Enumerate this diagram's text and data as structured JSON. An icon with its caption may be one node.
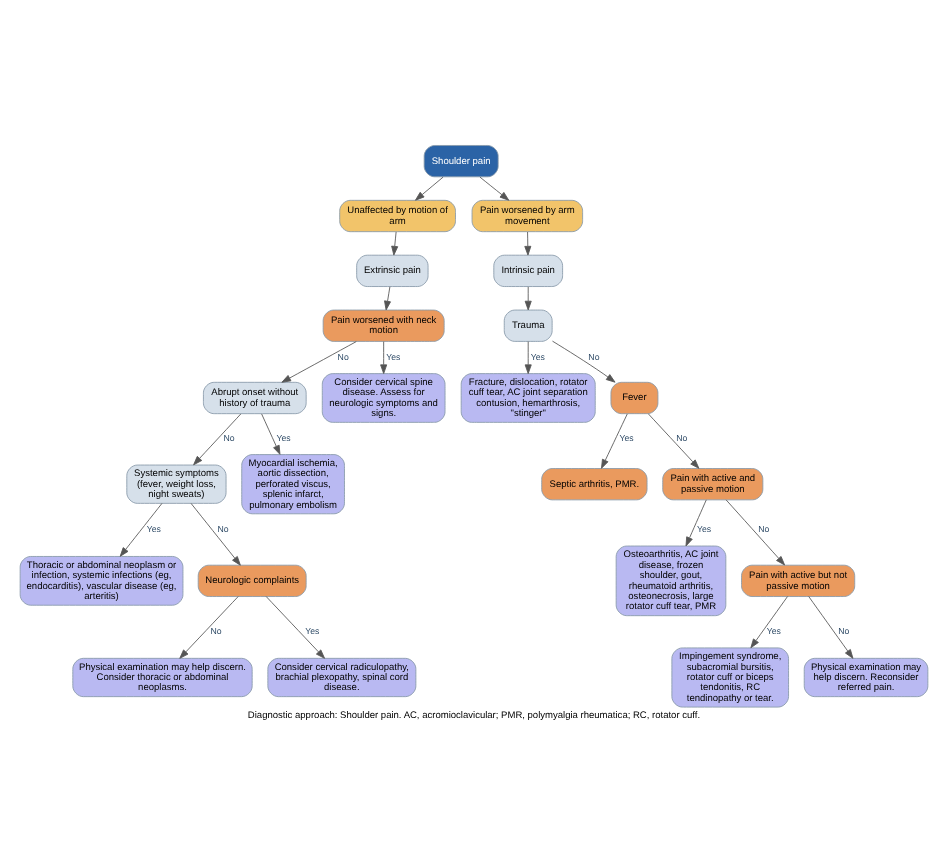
{
  "diagram": {
    "caption": "Diagnostic approach: Shoulder pain. AC, acromioclavicular; PMR, polymyalgia rheumatica; RC, rotator cuff.",
    "nodes": [
      {
        "text": [
          "Shoulder pain"
        ]
      },
      {
        "text": [
          "Unaffected by motion of arm"
        ]
      },
      {
        "text": [
          "Pain worsened by arm movement"
        ]
      },
      {
        "text": [
          "Extrinsic pain"
        ]
      },
      {
        "text": [
          "Fracture, dislocation, rotator cuff tear, AC joint separation contusion, hemarthrosis, \"stinger\""
        ]
      },
      {
        "text": [
          "Trauma"
        ]
      },
      {
        "text": [
          "Intrinsic pain"
        ]
      },
      {
        "text": [
          "Pain worsened with neck motion"
        ]
      },
      {
        "text": [
          "Abrupt onset without history of trauma"
        ]
      },
      {
        "text": [
          "Systemic symptoms (fever, weight loss, night sweats)"
        ]
      },
      {
        "text": [
          "Fever"
        ]
      },
      {
        "text": [
          "Septic arthritis, PMR."
        ]
      },
      {
        "text": [
          "Consider cervical spine disease. Assess for neurologic symptoms and signs."
        ]
      },
      {
        "text": [
          "Myocardial ischemia, aortic dissection, perforated viscus, splenic infarct, pulmonary embolism"
        ]
      },
      {
        "text": [
          "Pain with active and passive motion"
        ]
      },
      {
        "text": [
          "Osteoarthritis, AC joint disease, frozen shoulder, gout, rheumatoid arthritis, osteonecrosis, large rotator cuff tear, PMR"
        ]
      },
      {
        "text": [
          "Pain with active but not passive motion"
        ]
      },
      {
        "text": [
          "Impingement syndrome, subacromial bursitis, rotator cuff or biceps tendonitis, RC tendinopathy or tear."
        ]
      },
      {
        "text": [
          "Thoracic or abdominal neoplasm or infection, systemic infections (eg, endocarditis), vascular disease (eg, arteritis)"
        ]
      },
      {
        "text": [
          "Neurologic complaints"
        ]
      },
      {
        "text": [
          "Physical examination may help discern. Reconsider referred pain."
        ]
      },
      {
        "text": [
          "Physical examination may help discern. Consider thoracic or abdominal neoplasms."
        ]
      },
      {
        "text": [
          "Consider cervical radiculopathy, brachial plexopathy, spinal cord disease."
        ]
      }
    ],
    "edges": [
      {
        "from": 0,
        "to": 1,
        "arrow": "to"
      },
      {
        "from": 0,
        "to": 2,
        "arrow": "to"
      },
      {
        "from": 1,
        "to": 3,
        "arrow": "to"
      },
      {
        "from": 2,
        "to": 6,
        "arrow": "to"
      },
      {
        "from": 3,
        "to": 7,
        "arrow": "to"
      },
      {
        "from": 6,
        "to": 5,
        "arrow": "to"
      },
      {
        "from": 5,
        "to": 4,
        "arrow": "to",
        "label": "Yes"
      },
      {
        "from": 5,
        "to": 10,
        "arrow": "to",
        "label": "No"
      },
      {
        "from": 7,
        "to": 8,
        "arrow": "to",
        "label": "No"
      },
      {
        "from": 7,
        "to": 12,
        "arrow": "to",
        "label": "Yes"
      },
      {
        "from": 8,
        "to": 9,
        "arrow": "to",
        "label": "No"
      },
      {
        "from": 8,
        "to": 13,
        "arrow": "to",
        "label": "Yes"
      },
      {
        "from": 10,
        "to": 11,
        "arrow": "to",
        "label": "Yes"
      },
      {
        "from": 10,
        "to": 14,
        "arrow": "to",
        "label": "No"
      },
      {
        "from": 14,
        "to": 15,
        "arrow": "to",
        "label": "Yes"
      },
      {
        "from": 14,
        "to": 16,
        "arrow": "to",
        "label": "No"
      },
      {
        "from": 16,
        "to": 17,
        "arrow": "to",
        "label": "Yes"
      },
      {
        "from": 16,
        "to": 20,
        "arrow": "to",
        "label": "No"
      },
      {
        "from": 9,
        "to": 18,
        "arrow": "to",
        "label": "Yes"
      },
      {
        "from": 9,
        "to": 19,
        "arrow": "to",
        "label": "No"
      },
      {
        "from": 19,
        "to": 21,
        "arrow": "to",
        "label": "No"
      },
      {
        "from": 19,
        "to": 22,
        "arrow": "to",
        "label": "Yes"
      }
    ]
  }
}
